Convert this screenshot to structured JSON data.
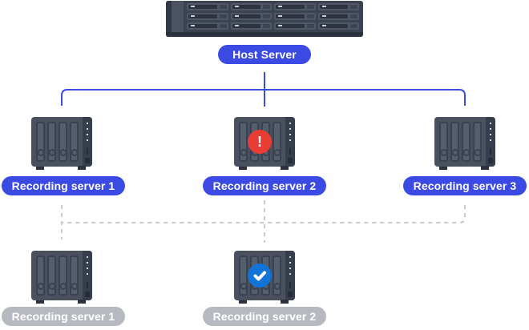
{
  "host": {
    "label": "Host Server"
  },
  "recording_servers": {
    "top": [
      {
        "label": "Recording server 1",
        "status": "normal"
      },
      {
        "label": "Recording server 2",
        "status": "alert"
      },
      {
        "label": "Recording server 3",
        "status": "normal"
      }
    ],
    "bottom": [
      {
        "label": "Recording server 1",
        "status": "normal"
      },
      {
        "label": "Recording server 2",
        "status": "ok"
      }
    ]
  },
  "icons": {
    "host": "rack-server-icon",
    "recording": "nas-server-icon",
    "alert": "exclamation-circle-icon",
    "alert_glyph": "!",
    "ok": "check-circle-icon"
  },
  "colors": {
    "accent_blue": "#3c4ae4",
    "pill_gray": "#b6b9bf",
    "pill_text": "#ffffff",
    "alert_red": "#e93c34",
    "ok_blue": "#1174d6",
    "dash_gray": "#c7cacf",
    "background": "#ffffff"
  }
}
